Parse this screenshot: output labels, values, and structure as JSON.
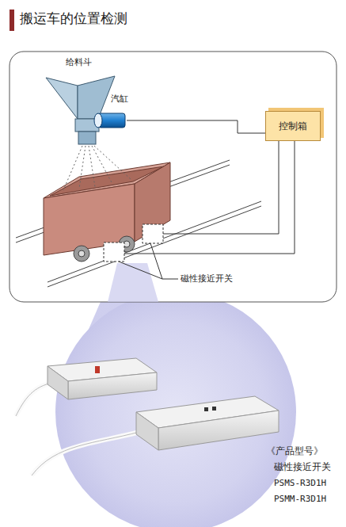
{
  "diagram": {
    "title": "搬运车的位置检测",
    "nodes": [
      {
        "text": [
          "控制箱"
        ]
      }
    ],
    "labels": [
      "给料斗",
      "汽缸",
      "磁性接近开关",
      "《产品型号》",
      "磁性接近开关",
      "PSMS-R3D1H",
      "PSMM-R3D1H"
    ]
  }
}
